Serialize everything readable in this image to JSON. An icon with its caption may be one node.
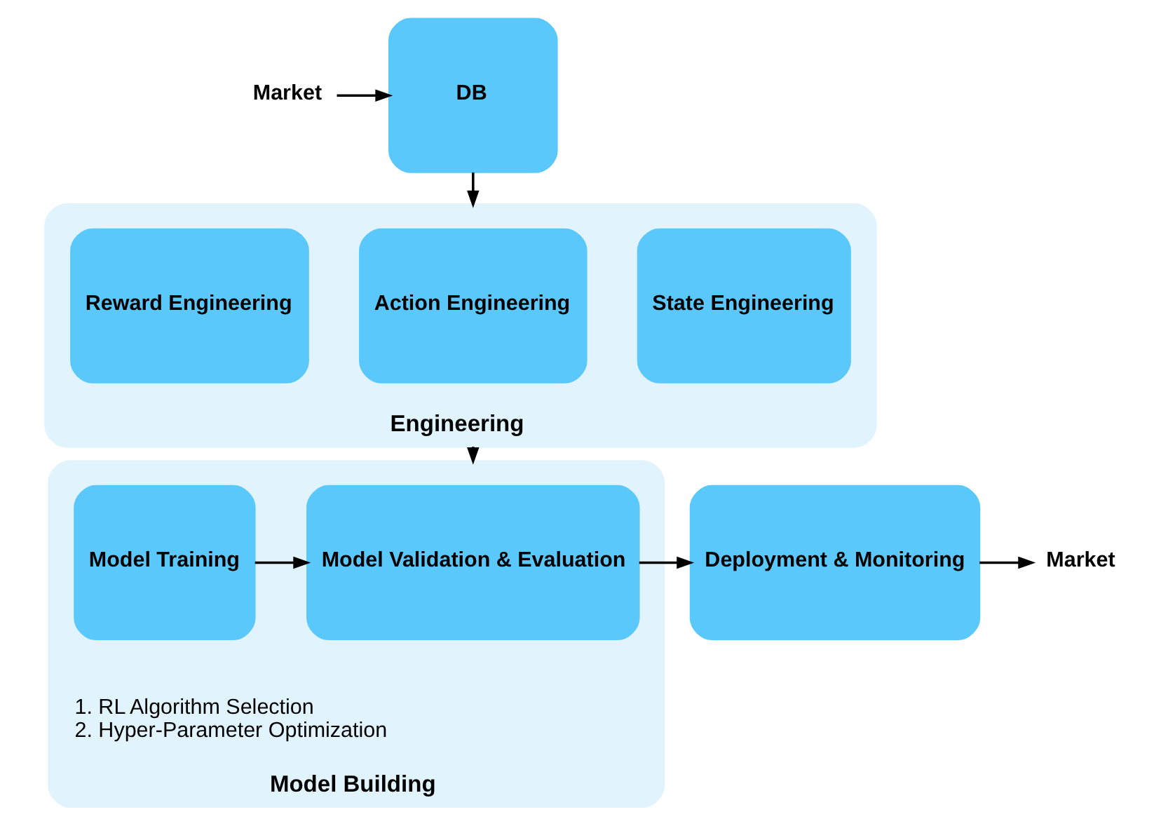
{
  "diagram": {
    "nodes": [
      {
        "text": [
          "Market"
        ]
      },
      {
        "text": [
          "DB"
        ]
      },
      {
        "text": [
          "Engineering"
        ]
      },
      {
        "text": [
          "State Engineering"
        ],
        "in": 2
      },
      {
        "text": [
          "Action Engineering"
        ],
        "in": 2
      },
      {
        "text": [
          "Reward Engineering"
        ],
        "in": 2
      },
      {
        "text": [
          "Model Building"
        ]
      },
      {
        "text": [
          "Model Training"
        ],
        "in": 6,
        "beside": [
          "1. RL Algorithm Selection",
          "2. Hyper-Parameter Optimization"
        ]
      },
      {
        "text": [
          "Model Validation & Evaluation"
        ],
        "in": 6
      },
      {
        "text": [
          "Deployment & Monitoring"
        ]
      },
      {
        "text": [
          "Market"
        ]
      }
    ],
    "edges": [
      {
        "from": 0,
        "to": 1,
        "arrow": "to"
      },
      {
        "from": 1,
        "to": 2,
        "arrow": "to"
      },
      {
        "from": 2,
        "to": 6,
        "arrow": "to"
      },
      {
        "from": 7,
        "to": 8,
        "arrow": "to"
      },
      {
        "from": 8,
        "to": 9,
        "arrow": "to"
      },
      {
        "from": 9,
        "to": 10,
        "arrow": "to"
      }
    ]
  }
}
